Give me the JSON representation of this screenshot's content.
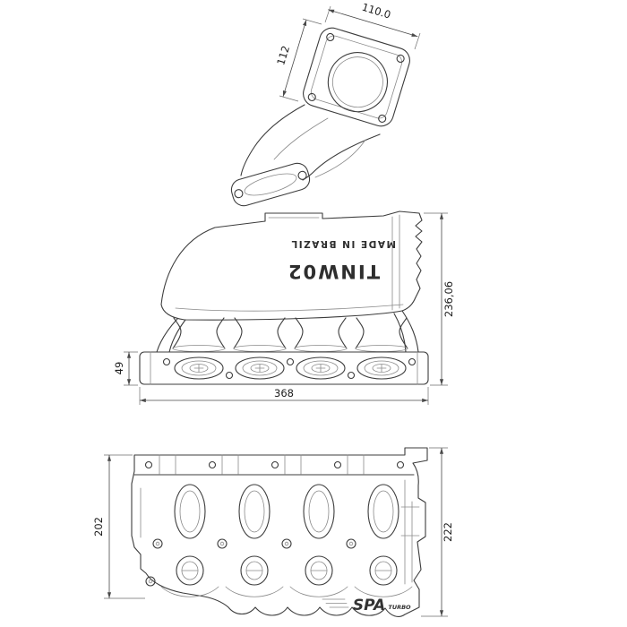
{
  "meta": {
    "type": "engineering-drawing",
    "background": "#ffffff",
    "line_color": "#3c3c3c"
  },
  "top_view": {
    "dim_width": "110.0",
    "dim_depth": "112"
  },
  "side_view": {
    "dim_total_height": "236,06",
    "dim_flange_height": "49",
    "dim_length": "368",
    "part_number": "TINW02",
    "origin": "MADE IN BRAZIL"
  },
  "front_view": {
    "dim_height_left": "202",
    "dim_height_right": "222"
  },
  "logo": {
    "brand": "SPA",
    "sub": "TURBO"
  }
}
